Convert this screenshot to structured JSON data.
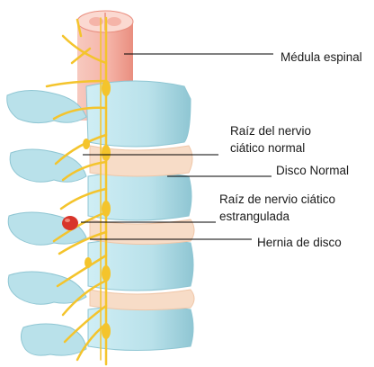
{
  "labels": {
    "medula_espinal": "Médula espinal",
    "raiz_normal_1": "Raíz del nervio",
    "raiz_normal_2": "ciático normal",
    "disco_normal": "Disco Normal",
    "raiz_estrangulada_1": "Raíz de nervio ciático",
    "raiz_estrangulada_2": "estrangulada",
    "hernia_disco": "Hernia de disco"
  },
  "colors": {
    "vertebra": "#b9e1ea",
    "vertebra_shadow": "#8fc6d3",
    "disc": "#f7dcc7",
    "disc_edge": "#efc6a8",
    "nerve": "#f4c42c",
    "cord": "#f5b4a8",
    "cord_dark": "#e98e7f",
    "hernia": "#d8342a",
    "leader": "#000000"
  }
}
